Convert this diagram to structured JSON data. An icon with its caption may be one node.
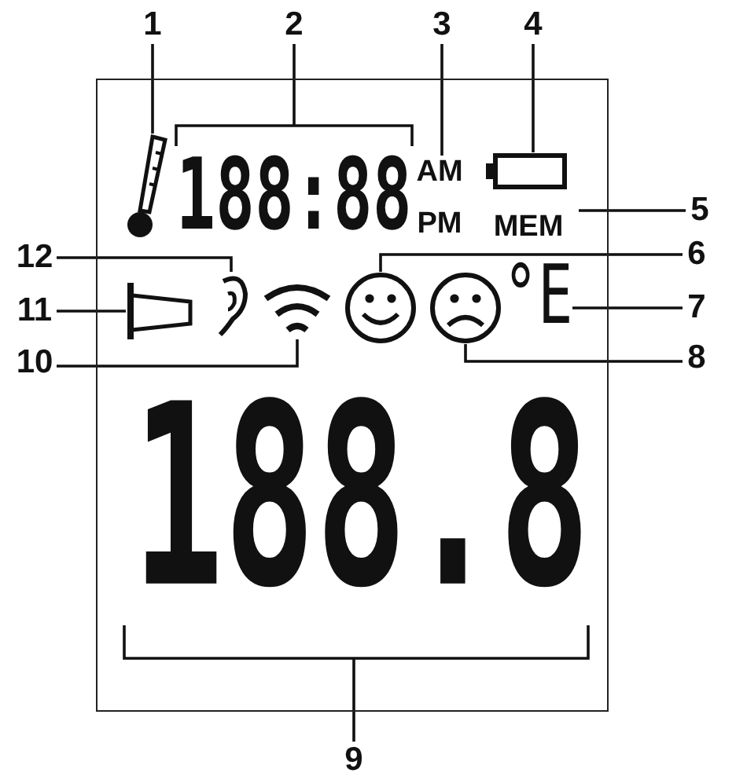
{
  "diagram": {
    "nodes": [
      {
        "text": [
          "1"
        ]
      },
      {
        "text": [],
        "shape": "thermometer"
      },
      {
        "text": [
          "2"
        ]
      },
      {
        "text": [
          "188:88"
        ]
      },
      {
        "text": [
          "3"
        ]
      },
      {
        "text": [
          "AM"
        ]
      },
      {
        "text": [
          "4"
        ]
      },
      {
        "text": [],
        "shape": "battery"
      },
      {
        "text": [
          "5"
        ]
      },
      {
        "text": [
          "MEM"
        ]
      },
      {
        "text": [
          "6"
        ]
      },
      {
        "text": [],
        "shape": "smiley"
      },
      {
        "text": [
          "7"
        ]
      },
      {
        "text": [
          "°E"
        ]
      },
      {
        "text": [
          "8"
        ]
      },
      {
        "text": [],
        "shape": "frown"
      },
      {
        "text": [
          "9"
        ]
      },
      {
        "text": [
          "188.8"
        ]
      },
      {
        "text": [
          "10"
        ]
      },
      {
        "text": [],
        "shape": "signal"
      },
      {
        "text": [
          "11"
        ]
      },
      {
        "text": [],
        "shape": "probe"
      },
      {
        "text": [
          "12"
        ]
      },
      {
        "text": [],
        "shape": "ear"
      }
    ],
    "edges": [
      {
        "from": 0,
        "to": 1,
        "arrow": "none"
      },
      {
        "from": 2,
        "to": 3,
        "arrow": "none"
      },
      {
        "from": 4,
        "to": 5,
        "arrow": "none"
      },
      {
        "from": 6,
        "to": 7,
        "arrow": "none"
      },
      {
        "from": 8,
        "to": 9,
        "arrow": "none"
      },
      {
        "from": 10,
        "to": 11,
        "arrow": "none"
      },
      {
        "from": 12,
        "to": 13,
        "arrow": "none"
      },
      {
        "from": 14,
        "to": 15,
        "arrow": "none"
      },
      {
        "from": 16,
        "to": 17,
        "arrow": "none"
      },
      {
        "from": 18,
        "to": 19,
        "arrow": "none"
      },
      {
        "from": 20,
        "to": 21,
        "arrow": "none"
      },
      {
        "from": 22,
        "to": 23,
        "arrow": "none"
      }
    ],
    "labels": [
      "PM"
    ]
  }
}
